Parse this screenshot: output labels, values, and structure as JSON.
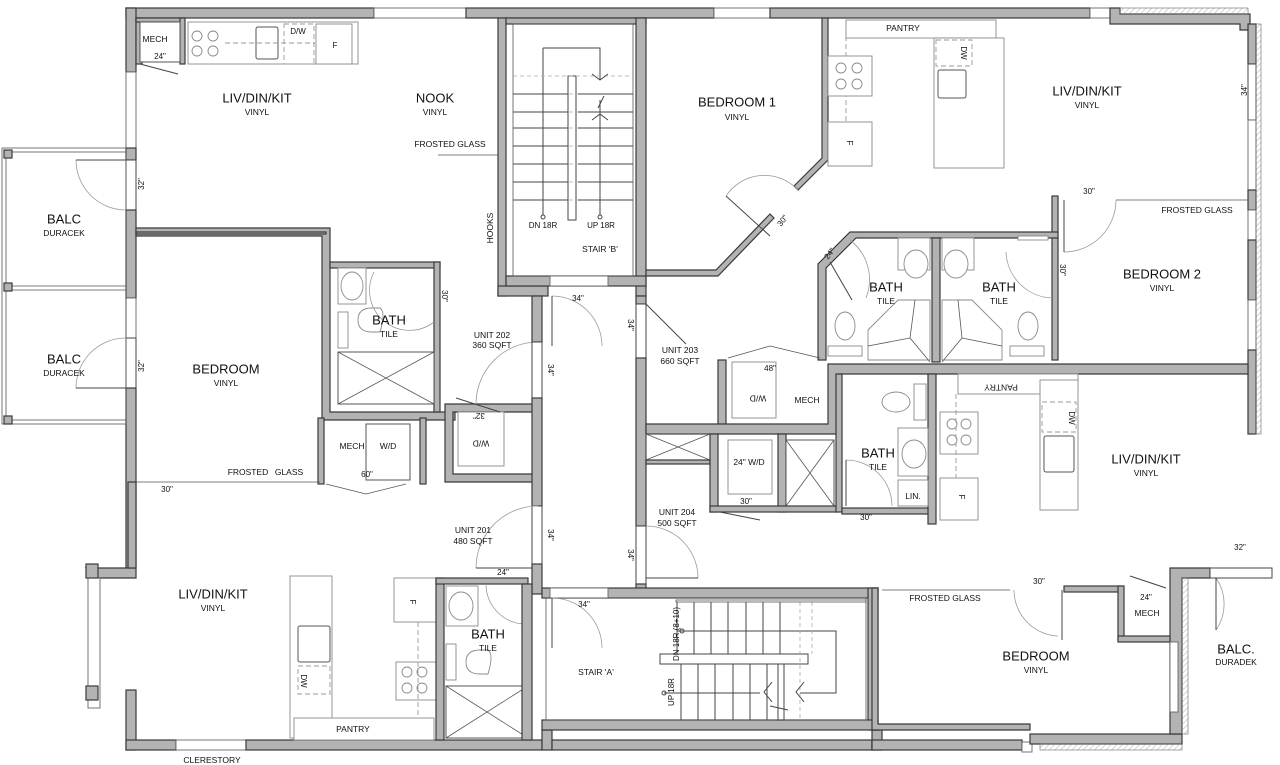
{
  "drawing": {
    "type": "architectural-floor-plan",
    "colors": {
      "wall_fill": "#b3b3b3",
      "wall_stroke": "#3a3a3a",
      "background": "#ffffff",
      "text": "#111111"
    }
  },
  "units": [
    {
      "id": "unit_201",
      "label": "UNIT 201",
      "area": "480 SQFT"
    },
    {
      "id": "unit_202",
      "label": "UNIT 202",
      "area": "360 SQFT"
    },
    {
      "id": "unit_203",
      "label": "UNIT 203",
      "area": "660 SQFT"
    },
    {
      "id": "unit_204",
      "label": "UNIT 204",
      "area": "500 SQFT"
    }
  ],
  "rooms": {
    "liv_202": {
      "name": "LIV/DIN/KIT",
      "finish": "VINYL"
    },
    "nook_202": {
      "name": "NOOK",
      "finish": "VINYL"
    },
    "balc_top": {
      "name": "BALC",
      "finish": "DURACEK"
    },
    "balc_mid": {
      "name": "BALC",
      "finish": "DURACEK"
    },
    "bedroom_201": {
      "name": "BEDROOM",
      "finish": "VINYL"
    },
    "bath_202": {
      "name": "BATH",
      "finish": "TILE"
    },
    "liv_201": {
      "name": "LIV/DIN/KIT",
      "finish": "VINYL"
    },
    "bath_201": {
      "name": "BATH",
      "finish": "TILE"
    },
    "bedroom1_203": {
      "name": "BEDROOM 1",
      "finish": "VINYL"
    },
    "liv_203": {
      "name": "LIV/DIN/KIT",
      "finish": "VINYL"
    },
    "bath_203a": {
      "name": "BATH",
      "finish": "TILE"
    },
    "bath_203b": {
      "name": "BATH",
      "finish": "TILE"
    },
    "bedroom2_203": {
      "name": "BEDROOM 2",
      "finish": "VINYL"
    },
    "liv_204": {
      "name": "LIV/DIN/KIT",
      "finish": "VINYL"
    },
    "bath_204": {
      "name": "BATH",
      "finish": "TILE"
    },
    "bedroom_204": {
      "name": "BEDROOM",
      "finish": "VINYL"
    },
    "balc_204": {
      "name": "BALC.",
      "finish": "DURADEK"
    }
  },
  "stairs": {
    "stair_b": {
      "name": "STAIR 'B'",
      "down": "DN 18R",
      "up": "UP 18R"
    },
    "stair_a": {
      "name": "STAIR 'A'",
      "down": "DN 18R (8+10)",
      "up": "UP 18R"
    }
  },
  "notes": {
    "mech": "MECH",
    "dw": "D/W",
    "dw2": "DW",
    "fridge": "F",
    "wd": "W/D",
    "wd24": "24\" W/D",
    "pantry": "PANTRY",
    "frosted_glass": "FROSTED GLASS",
    "frosted": "FROSTED",
    "glass": "GLASS",
    "hooks": "HOOKS",
    "linen": "LIN.",
    "clerestory": "CLERESTORY"
  },
  "dimensions": {
    "d24": "24\"",
    "d30": "30\"",
    "d32": "32\"",
    "d34": "34\"",
    "d48": "48\"",
    "d60": "60\""
  }
}
